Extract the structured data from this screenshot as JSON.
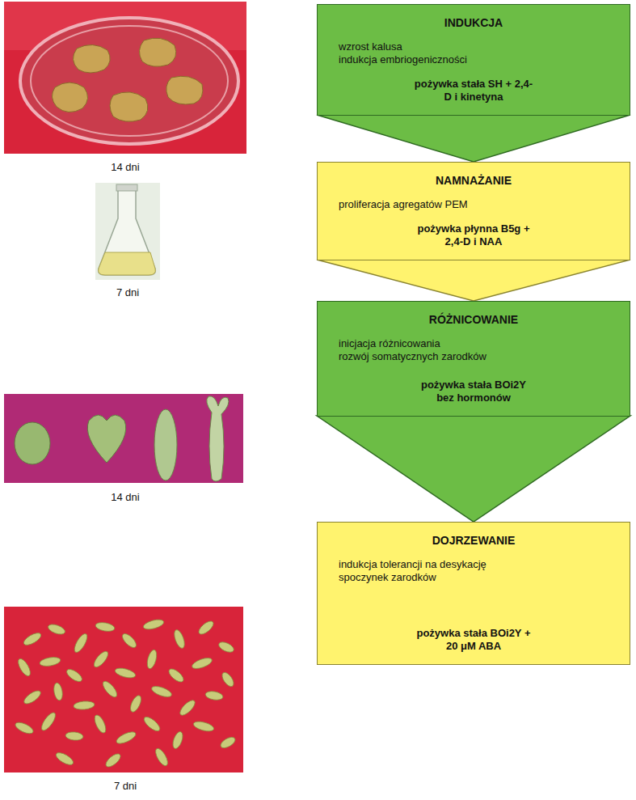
{
  "diagram": {
    "nodes": [
      {
        "text": [
          "INDUKCJA",
          "wzrost kalusa",
          "indukcja embriogeniczności",
          "pożywka stała SH + 2,4-D i kinetyna"
        ]
      },
      {
        "text": [
          "NAMNAŻANIE",
          "proliferacja agregatów PEM",
          "pożywka płynna B5g + 2,4-D i NAA"
        ]
      },
      {
        "text": [
          "RÓŻNICOWANIE",
          "inicjacja różnicowania",
          "rozwój somatycznych zarodków",
          "pożywka stała BOi2Y bez hormonów"
        ]
      },
      {
        "text": [
          "DOJRZEWANIE",
          "indukcja tolerancji na desykację",
          "spoczynek zarodków",
          "pożywka stała BOi2Y + 20 μM ABA"
        ]
      }
    ],
    "edges": [
      {
        "from": 0,
        "to": 1,
        "arrow": "to"
      },
      {
        "from": 1,
        "to": 2,
        "arrow": "to"
      },
      {
        "from": 2,
        "to": 3,
        "arrow": "to"
      }
    ],
    "labels": [
      "14 dni",
      "7 dni",
      "14 dni",
      "7 dni"
    ]
  }
}
